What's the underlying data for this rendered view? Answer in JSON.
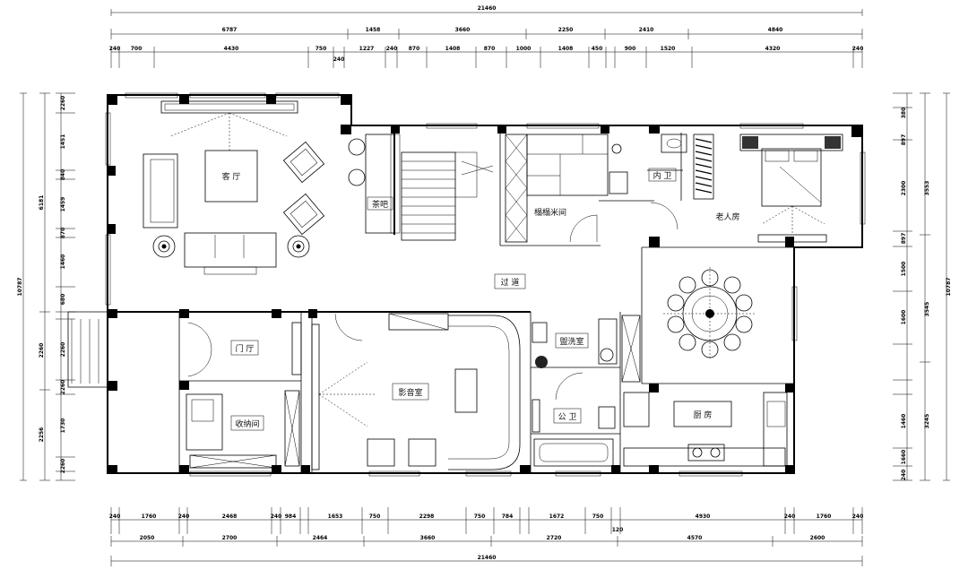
{
  "rooms": {
    "living_room": "客 厅",
    "tea_bar": "茶吧",
    "tatami_room": "榻榻米间",
    "ensuite_bath": "内 卫",
    "elder_room": "老人房",
    "corridor": "过 道",
    "foyer": "门 厅",
    "storage_room": "收纳间",
    "theater_room": "影音室",
    "laundry_room": "盥洗室",
    "public_bath": "公 卫",
    "kitchen": "厨 房"
  },
  "dimensions": {
    "top_total": "21460",
    "top_mid": [
      "6787",
      "1458",
      "3660",
      "2250",
      "2410",
      "4840"
    ],
    "top_detail": [
      "240",
      "700",
      "4430",
      "750",
      "240",
      "1227",
      "240",
      "870",
      "1408",
      "870",
      "1000",
      "1408",
      "450",
      "900",
      "1520",
      "4320",
      "240"
    ],
    "bottom_detail": [
      "240",
      "1760",
      "240",
      "2468",
      "240",
      "984",
      "1653",
      "750",
      "2298",
      "750",
      "784",
      "1672",
      "750",
      "4930",
      "240",
      "1760",
      "240"
    ],
    "bottom_mid": [
      "2050",
      "2700",
      "2464",
      "3660",
      "2720",
      "4570",
      "2600"
    ],
    "bottom_extra": "120",
    "bottom_total": "21460",
    "left_total": "10787",
    "left_mid": [
      "6181",
      "2260",
      "2256"
    ],
    "left_detail": [
      "2260",
      "1451",
      "840",
      "1459",
      "870",
      "1460",
      "680",
      "2260",
      "2260",
      "1730",
      "2260"
    ],
    "right_total": "10787",
    "right_mid": [
      "3553",
      "3545",
      "3245"
    ],
    "right_detail": [
      "380",
      "897",
      "2300",
      "897",
      "1500",
      "1600",
      "1460",
      "1660",
      "240"
    ]
  }
}
